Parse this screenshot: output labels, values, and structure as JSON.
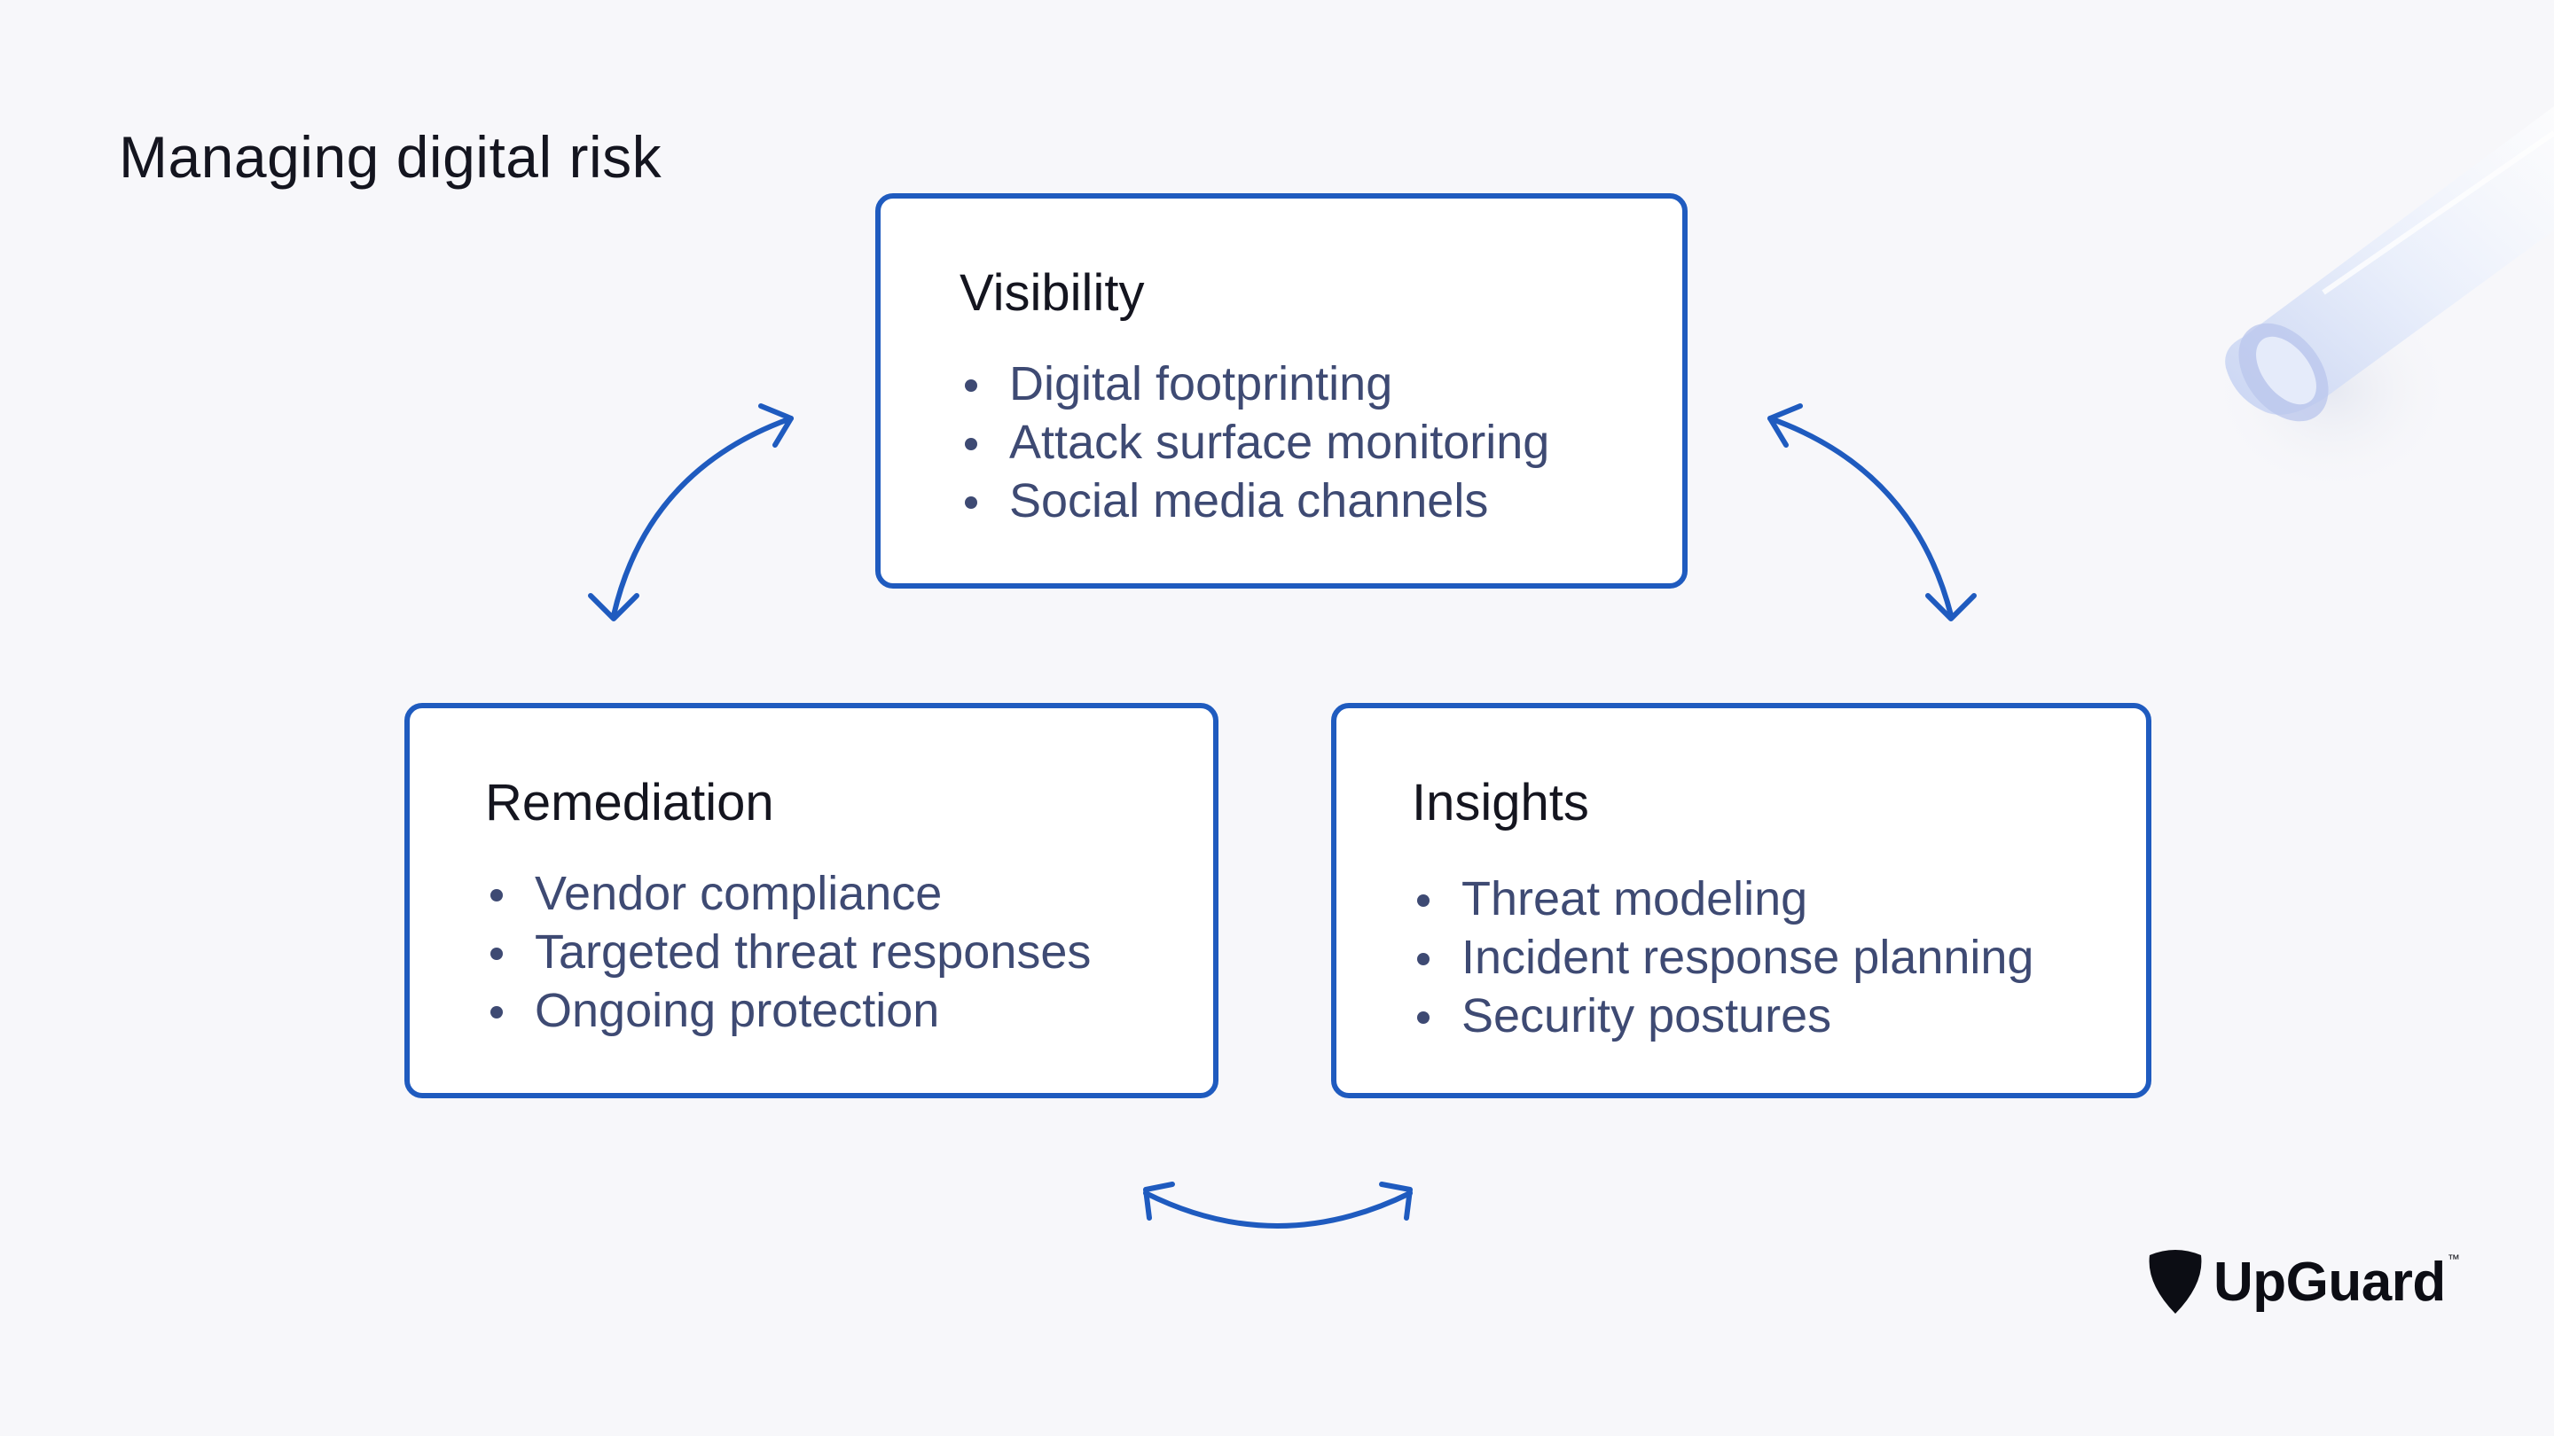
{
  "title": "Managing digital risk",
  "colors": {
    "background": "#f7f7fa",
    "accent": "#1f5bbf",
    "heading_text": "#14151f",
    "item_text": "#3e4a73"
  },
  "boxes": {
    "visibility": {
      "heading": "Visibility",
      "items": [
        "Digital footprinting",
        "Attack surface monitoring",
        "Social media channels"
      ]
    },
    "remediation": {
      "heading": "Remediation",
      "items": [
        "Vendor compliance",
        "Targeted threat responses",
        "Ongoing protection"
      ]
    },
    "insights": {
      "heading": "Insights",
      "items": [
        "Threat modeling",
        "Incident response planning",
        "Security postures"
      ]
    }
  },
  "arrows": [
    {
      "name": "visibility-remediation-arrow",
      "type": "bidirectional-curved-arrow"
    },
    {
      "name": "visibility-insights-arrow",
      "type": "bidirectional-curved-arrow"
    },
    {
      "name": "remediation-insights-arrow",
      "type": "bidirectional-curved-arrow"
    }
  ],
  "logo": {
    "text": "UpGuard",
    "trademark": "™",
    "icon": "guitar-pick-shield-icon"
  },
  "decoration": "glass-cylinder-graphic"
}
